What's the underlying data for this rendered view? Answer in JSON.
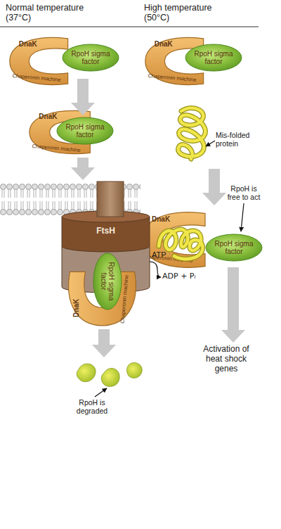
{
  "diagram": {
    "nodes": [
      {
        "text": [
          "DnaK",
          "Chaperonin machine"
        ]
      },
      {
        "text": [
          "RpoH sigma factor"
        ]
      },
      {
        "text": [
          "DnaK",
          "Chaperonin machine"
        ]
      },
      {
        "text": [
          "RpoH sigma factor"
        ]
      },
      {
        "text": [
          "DnaK",
          "Chaperonin machine"
        ]
      },
      {
        "text": [
          "RpoH sigma factor"
        ]
      },
      {
        "text": [
          "DnaK",
          "Chaperonin machine"
        ]
      },
      {
        "text": [
          "RpoH sigma factor"
        ]
      },
      {
        "text": [
          "FtsH"
        ]
      },
      {
        "text": [
          "RpoH sigma factor"
        ],
        "in": 8
      },
      {
        "text": [
          "DnaK",
          "Chaperonin machine"
        ]
      }
    ],
    "edges": [
      {
        "from": 1,
        "to": 5,
        "arrow": "to"
      },
      {
        "from": 4,
        "to": 8,
        "arrow": "to"
      }
    ],
    "labels": [
      "Normal temperature (37°C)",
      "High temperature (50°C)",
      "Mis-folded protein",
      "RpoH is free to act",
      "ATP",
      "ADP + Pᵢ",
      "Activation of heat shock genes",
      "RpoH is degraded"
    ]
  }
}
